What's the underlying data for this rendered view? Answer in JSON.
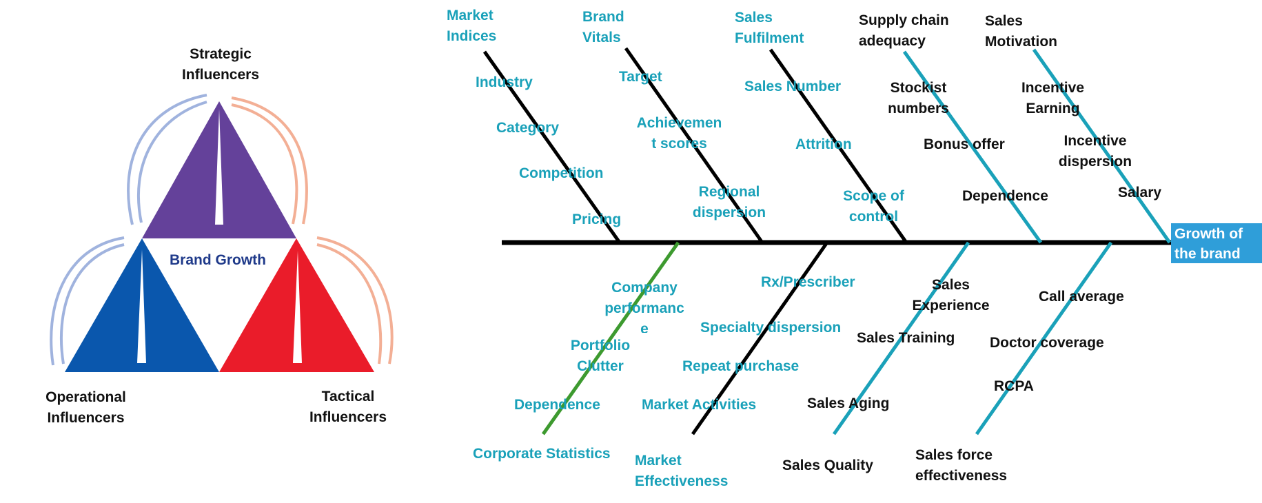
{
  "triangle": {
    "top_label": "Strategic\nInfluencers",
    "left_label": "Operational\nInfluencers",
    "right_label": "Tactical\nInfluencers",
    "center_label": "Brand Growth",
    "colors": {
      "top": "#64419a",
      "left": "#0a57ad",
      "right": "#ea1c2a",
      "arc_blue": "#8fa6d8",
      "arc_salmon": "#f2a68a"
    }
  },
  "fishbone": {
    "head_label": "Growth of\nthe brand",
    "upper_bones": [
      {
        "group": "Market Indices",
        "causes": [
          "Industry",
          "Category",
          "Competition",
          "Pricing"
        ]
      },
      {
        "group": "Brand Vitals",
        "causes": [
          "Target",
          "Achievemen\nt scores",
          "Regional\ndispersion"
        ]
      },
      {
        "group": "Sales Fulfilment",
        "causes": [
          "Sales Number",
          "Attrition",
          "Scope of\ncontrol"
        ]
      },
      {
        "group": "Supply chain\nadequacy",
        "causes": [
          "Stockist\nnumbers",
          "Bonus offer",
          "Dependence"
        ]
      },
      {
        "group": "Sales\nMotivation",
        "causes": [
          "Incentive\nEarning",
          "Incentive\ndispersion",
          "Salary"
        ]
      }
    ],
    "lower_bones": [
      {
        "group": "Corporate Statistics",
        "causes": [
          "Company\nperformanc\ne",
          "Portfolio\nClutter",
          "Dependence"
        ]
      },
      {
        "group": "Market\nEffectiveness",
        "causes": [
          "Rx/Prescriber",
          "Specialty dispersion",
          "Repeat purchase",
          "Market Activities"
        ]
      },
      {
        "group": "Sales Quality",
        "causes": [
          "Sales\nExperience",
          "Sales Training",
          "Sales Aging"
        ]
      },
      {
        "group": "Sales force\neffectiveness",
        "causes": [
          "Call average",
          "Doctor coverage",
          "RCPA"
        ]
      }
    ],
    "colors": {
      "teal": "#1aa1b9",
      "green": "#3d9a2f",
      "black": "#000000",
      "head_bg": "#2f9ed9"
    }
  }
}
